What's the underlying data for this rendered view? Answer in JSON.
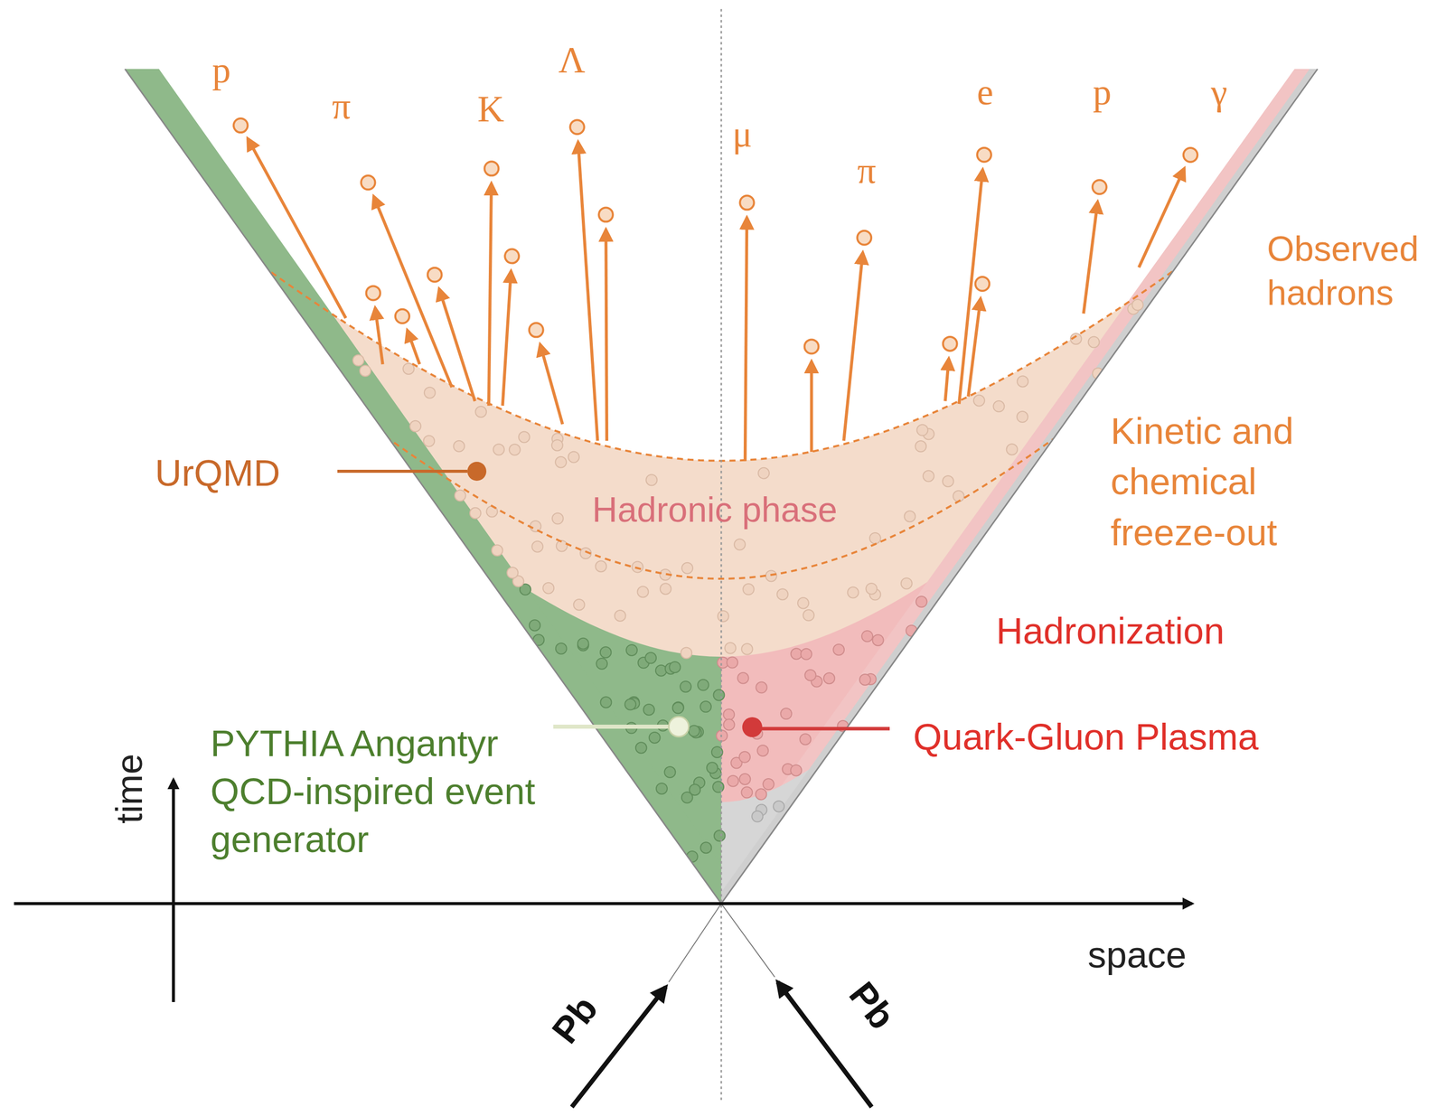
{
  "diagram": {
    "nodes": [
      {
        "text": [
          "Hadronic phase"
        ]
      }
    ],
    "labels": [
      "p",
      "π",
      "K",
      "Λ",
      "μ",
      "π",
      "e",
      "p",
      "γ",
      "Observed hadrons",
      "UrQMD",
      "Kinetic and chemical freeze-out",
      "Hadronization",
      "PYTHIA Angantyr QCD-inspired event generator",
      "Quark-Gluon Plasma",
      "time",
      "space",
      "Pb",
      "Pb"
    ]
  }
}
